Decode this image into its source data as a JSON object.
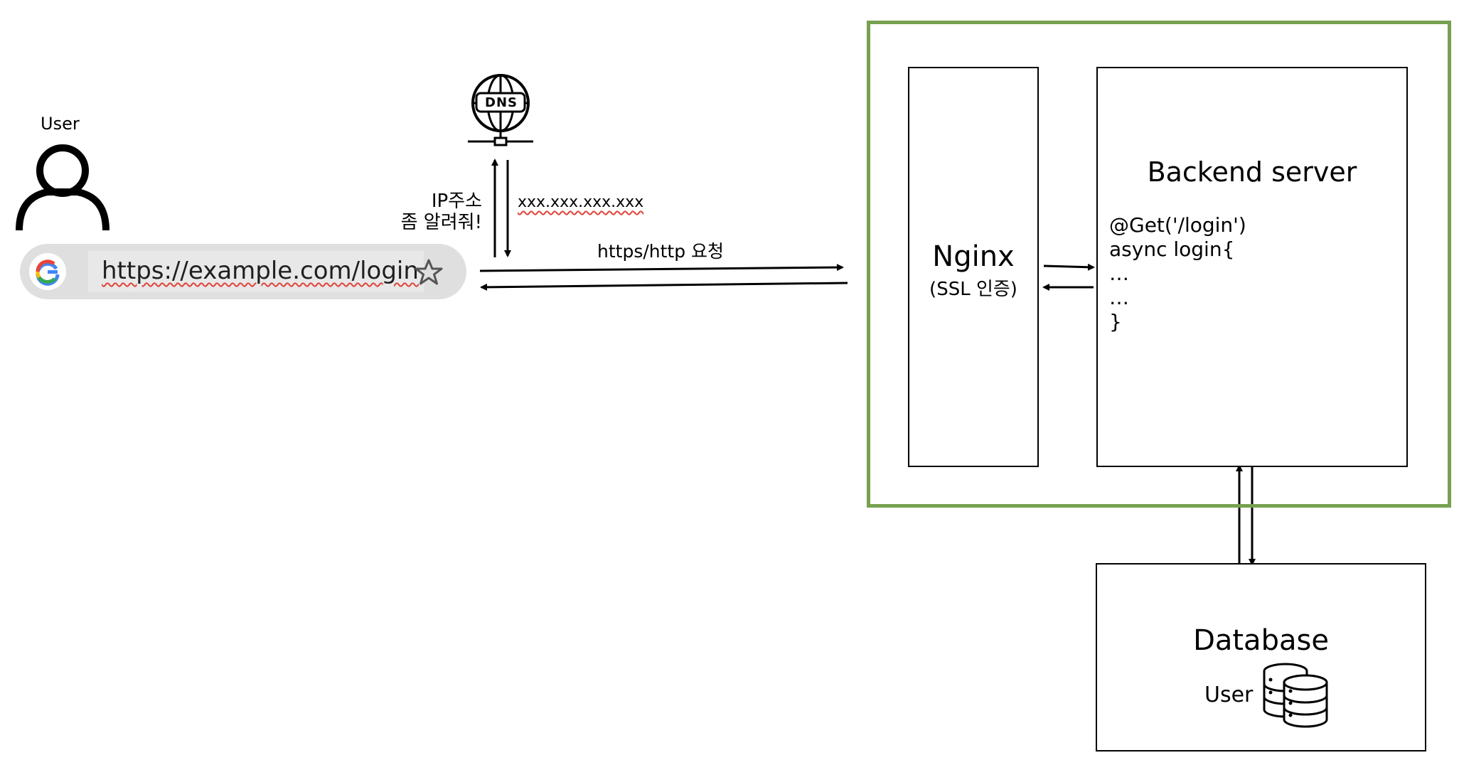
{
  "user": {
    "label": "User"
  },
  "dns": {
    "icon_text": "DNS",
    "request_label_line1": "IP주소",
    "request_label_line2": "좀 알려줘!",
    "response_label": "xxx.xxx.xxx.xxx"
  },
  "browser": {
    "url": "https://example.com/login"
  },
  "http_request": {
    "label": "https/http 요청"
  },
  "nginx": {
    "title": "Nginx",
    "subtitle": "(SSL 인증)"
  },
  "backend": {
    "title": "Backend server",
    "code_lines": [
      "@Get('/login')",
      "async login{",
      "…",
      "…",
      "}"
    ]
  },
  "database": {
    "title": "Database",
    "table_label": "User"
  },
  "colors": {
    "server_group_border": "#77a14f",
    "squiggle": "#e0443a",
    "url_bar": "#dfdfdf"
  }
}
